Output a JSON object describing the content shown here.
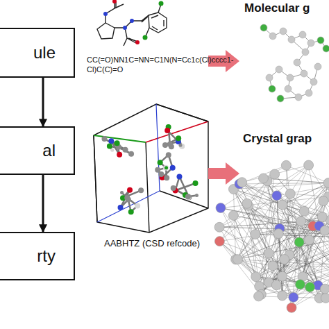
{
  "diagram": {
    "nodes": [
      {
        "text": [
          "ule"
        ]
      },
      {
        "text": [
          "al"
        ]
      },
      {
        "text": [
          "rty"
        ]
      }
    ],
    "edges": [
      {
        "from": 0,
        "to": 1,
        "arrow": "to"
      },
      {
        "from": 1,
        "to": 2,
        "arrow": "to"
      }
    ],
    "labels": [
      "CC(=O)NN1C=NN=C1N(N=Cc1c(Cl)cccc1-",
      "Cl)C(C)=O",
      "AABHTZ (CSD refcode)",
      "Molecular g",
      "Crystal grap"
    ]
  }
}
